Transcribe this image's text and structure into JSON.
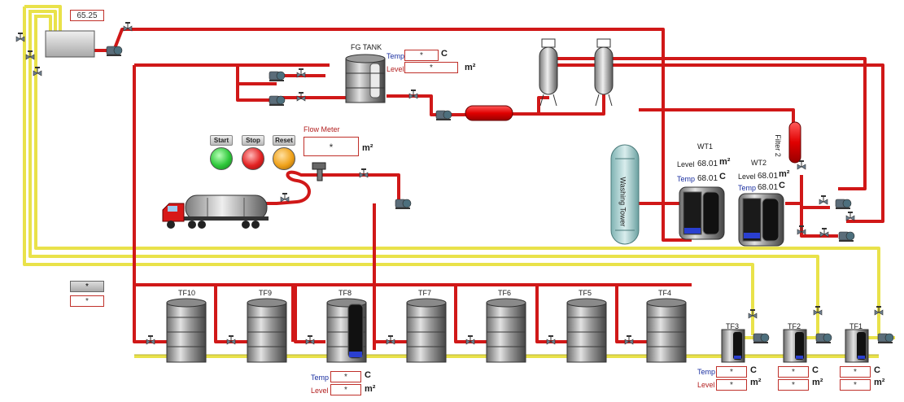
{
  "top_tank_value": "65.25",
  "fg_tank": {
    "title": "FG TANK",
    "temp_label": "Temp",
    "temp_value": "*",
    "temp_unit": "C",
    "level_label": "Level",
    "level_value": "*",
    "level_unit": "m²"
  },
  "flow_meter": {
    "title": "Flow Meter",
    "value": "*",
    "unit": "m²"
  },
  "buttons": {
    "start": "Start",
    "stop": "Stop",
    "reset": "Reset"
  },
  "washing_tower": "Washing Tower",
  "filter2": "Filter 2",
  "wt1": {
    "title": "WT1",
    "level_label": "Level",
    "level_value": "68.01",
    "level_unit": "m²",
    "temp_label": "Temp",
    "temp_value": "68.01",
    "temp_unit": "C"
  },
  "wt2": {
    "title": "WT2",
    "level_label": "Level",
    "level_value": "68.01",
    "level_unit": "m²",
    "temp_label": "Temp",
    "temp_value": "68.01",
    "temp_unit": "C"
  },
  "left_boxes": {
    "box1": "*",
    "box2": "*"
  },
  "tanks": [
    "TF10",
    "TF9",
    "TF8",
    "TF7",
    "TF6",
    "TF5",
    "TF4"
  ],
  "small_tanks": [
    "TF3",
    "TF2",
    "TF1"
  ],
  "tf8_readout": {
    "temp_label": "Temp",
    "temp_value": "*",
    "temp_unit": "C",
    "level_label": "Level",
    "level_value": "*",
    "level_unit": "m²"
  },
  "tf3_readout": {
    "temp_label": "Temp",
    "temp_value": "*",
    "temp_unit": "C",
    "level_label": "Level",
    "level_value": "*",
    "level_unit": "m²"
  },
  "tf2_readout": {
    "temp_value": "*",
    "temp_unit": "C",
    "level_value": "*",
    "level_unit": "m²"
  },
  "tf1_readout": {
    "temp_value": "*",
    "temp_unit": "C",
    "level_value": "*",
    "level_unit": "m²"
  },
  "colors": {
    "pipe_red": "#d01818",
    "pipe_yellow": "#e9e24a",
    "start": "#2ec83a",
    "stop": "#e32222",
    "reset": "#f0a21a"
  }
}
